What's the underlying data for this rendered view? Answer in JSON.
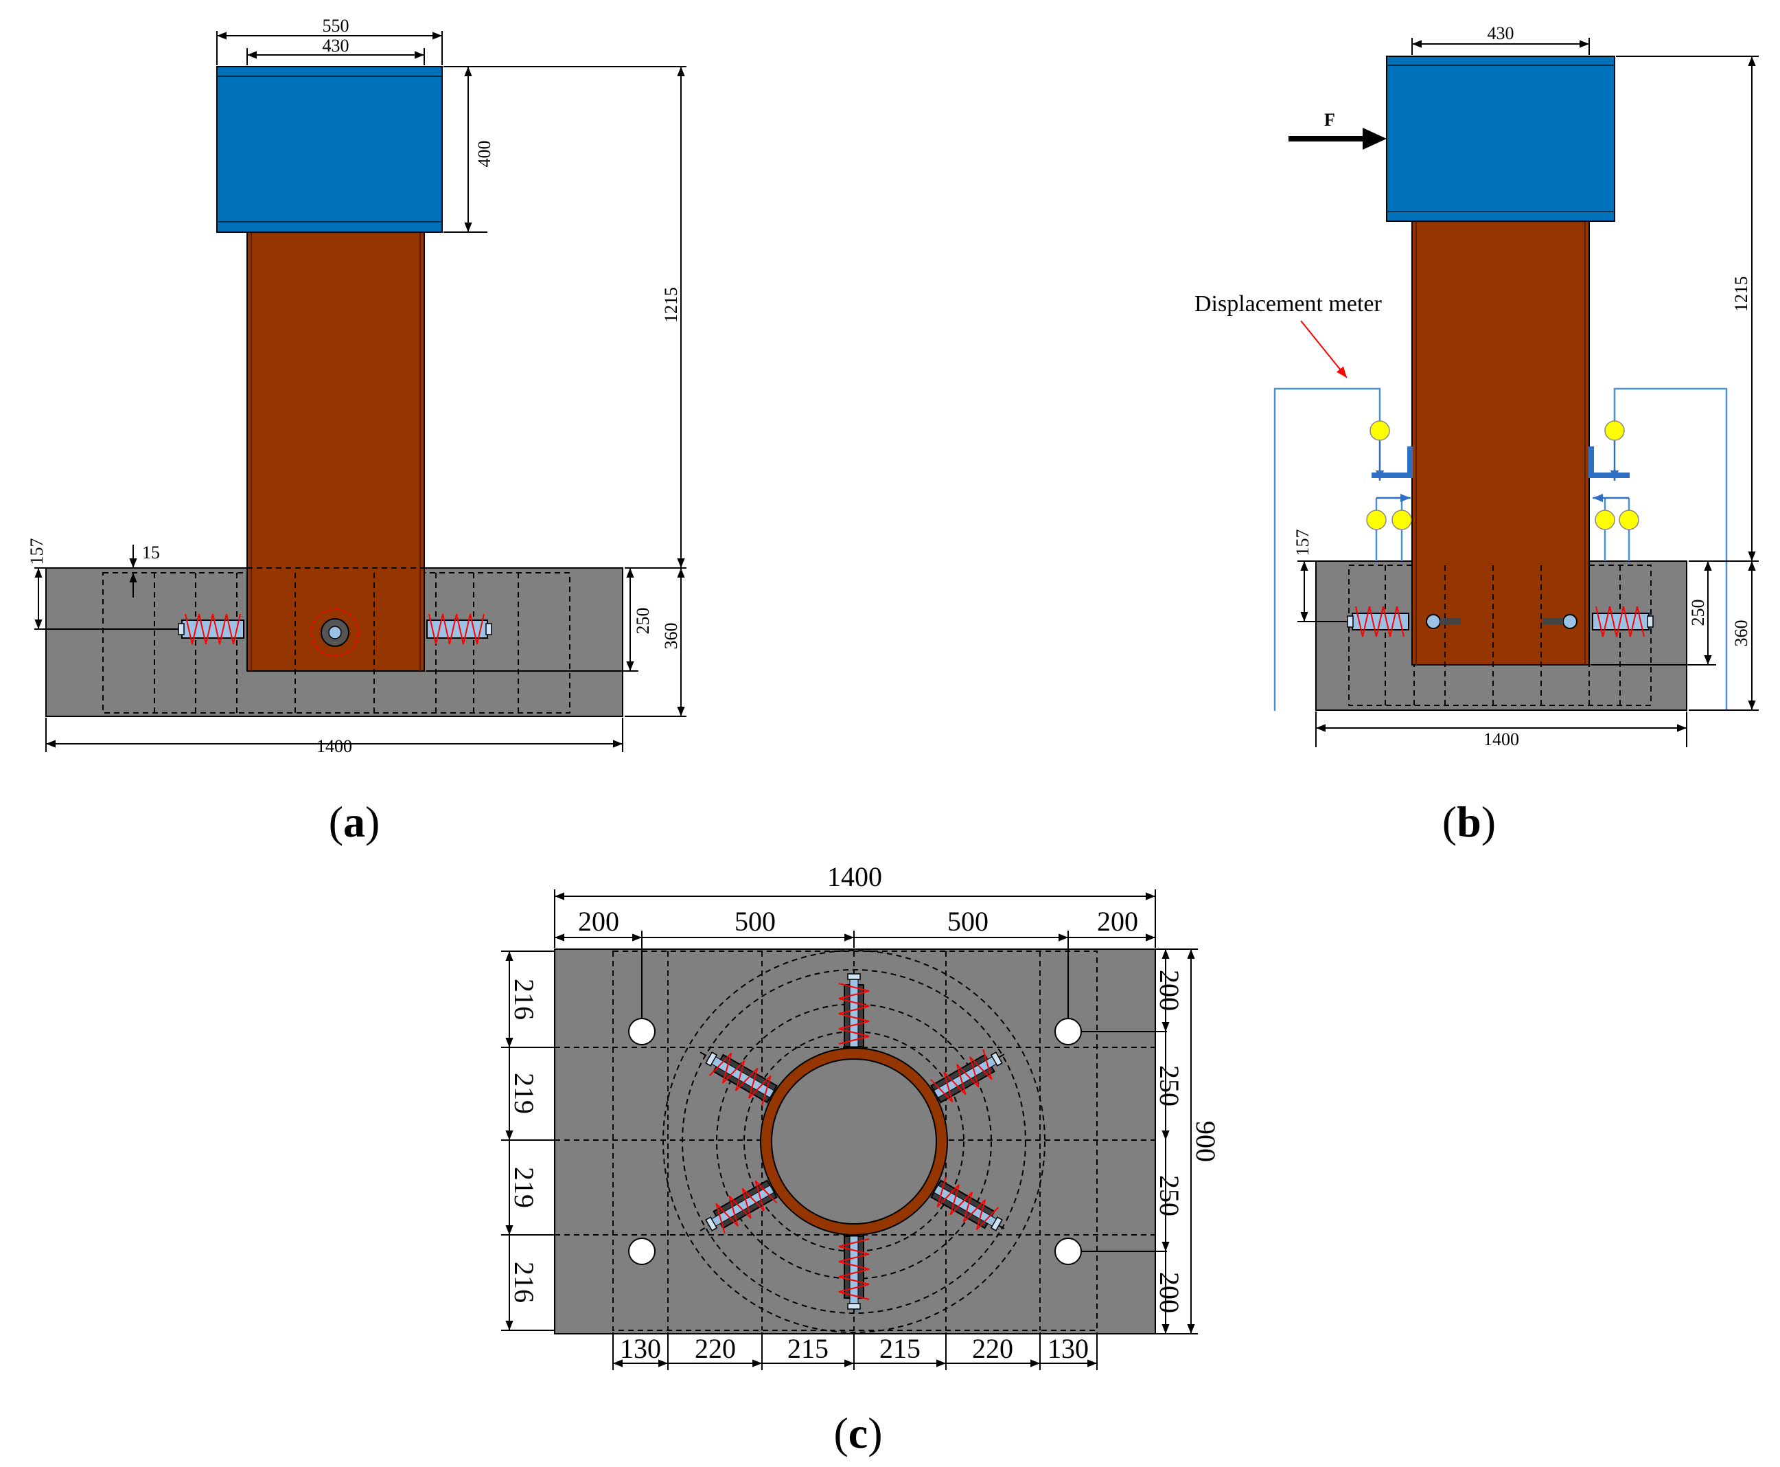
{
  "colors": {
    "cap_blue": "#0072BB",
    "column_brown": "#953600",
    "foundation_gray": "#808080",
    "bolt_red": "#FF0000",
    "sensor_yellow": "#FFFF00",
    "frame_blue": "#4A90D9",
    "anchor_blue": "#9CC3E6"
  },
  "panel_a": {
    "caption_letter": "a",
    "dims": {
      "cap_width": "550",
      "column_width": "430",
      "cap_height": "400",
      "total_height": "1215",
      "bolt_depth": "157",
      "plate_thickness": "15",
      "embed_depth": "250",
      "foundation_height": "360",
      "foundation_width": "1400"
    }
  },
  "panel_b": {
    "caption_letter": "b",
    "force_label": "F",
    "meter_label": "Displacement meter",
    "dims": {
      "column_width": "430",
      "total_height": "1215",
      "bolt_depth": "157",
      "embed_depth": "250",
      "foundation_height": "360",
      "foundation_width": "1400"
    }
  },
  "panel_c": {
    "caption_letter": "c",
    "dims": {
      "total_width": "1400",
      "top": [
        "200",
        "500",
        "500",
        "200"
      ],
      "left": [
        "216",
        "219",
        "219",
        "216"
      ],
      "right": [
        "200",
        "250",
        "250",
        "200"
      ],
      "right_total": "900",
      "bottom": [
        "130",
        "220",
        "215",
        "215",
        "220",
        "130"
      ]
    }
  }
}
